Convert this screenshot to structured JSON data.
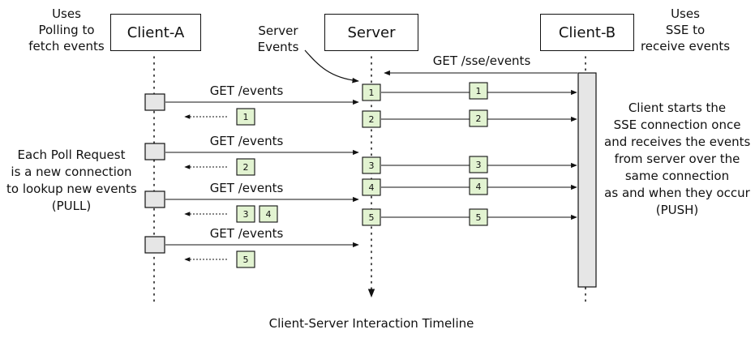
{
  "client_a": {
    "title": "Client-A",
    "note": [
      "Uses",
      "Polling to",
      "fetch events"
    ],
    "side_note": [
      "Each Poll Request",
      "is a new connection",
      "to lookup new events",
      "(PULL)"
    ]
  },
  "server": {
    "title": "Server",
    "note": [
      "Server",
      "Events"
    ]
  },
  "client_b": {
    "title": "Client-B",
    "note": [
      "Uses",
      "SSE to",
      "receive events"
    ],
    "side_note": [
      "Client starts the",
      "SSE connection once",
      "and receives the events",
      "from server over the",
      "same connection",
      "as and when they occur",
      "(PUSH)"
    ]
  },
  "messages": {
    "get_events": "GET /events",
    "get_sse": "GET /sse/events"
  },
  "events": {
    "server": [
      "1",
      "2",
      "3",
      "4",
      "5"
    ],
    "to_client_b": [
      "1",
      "2",
      "3",
      "4",
      "5"
    ],
    "poll_responses": [
      [
        "1"
      ],
      [
        "2"
      ],
      [
        "3",
        "4"
      ],
      [
        "5"
      ]
    ]
  },
  "caption": "Client-Server Interaction Timeline",
  "colors": {
    "event_fill": "#e2f3d1",
    "activation_fill": "#e6e6e6",
    "line": "#111111"
  }
}
